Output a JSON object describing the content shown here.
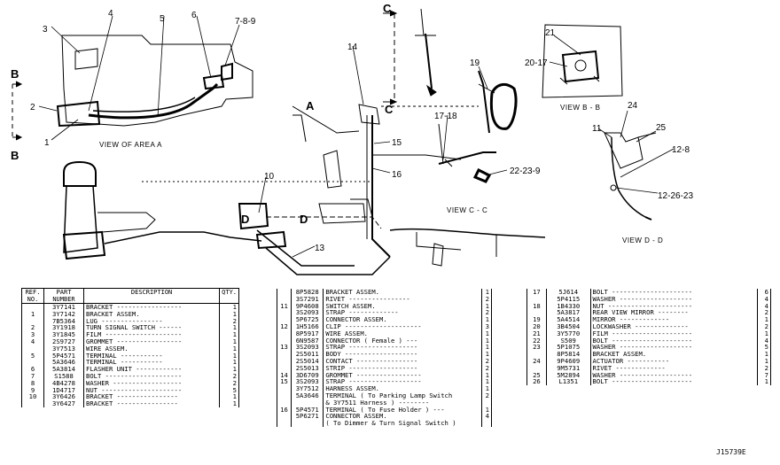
{
  "callouts": [
    "1",
    "2",
    "3",
    "4",
    "5",
    "6",
    "7-8-9",
    "10",
    "11",
    "12-8",
    "12-26-23",
    "13",
    "14",
    "15",
    "16",
    "17-18",
    "19",
    "20-17",
    "21",
    "22-23-9",
    "24",
    "25"
  ],
  "section_letters": {
    "b_top": "B",
    "b_bottom": "B",
    "c_top": "C",
    "c_bottom": "C",
    "a": "A",
    "d_left": "D",
    "d_right": "D"
  },
  "view_labels": {
    "area_a": "VIEW OF AREA A",
    "b_b": "VIEW B - B",
    "c_c": "VIEW C - C",
    "d_d": "VIEW D - D"
  },
  "table_headers": {
    "ref_no": "REF. NO.",
    "part_number": "PART NUMBER",
    "description": "DESCRIPTION",
    "qty": "QTY."
  },
  "table1": [
    {
      "ref": "",
      "part": "3Y7141",
      "desc": "BRACKET -----------------",
      "qty": "1"
    },
    {
      "ref": "1",
      "part": "3Y7142",
      "desc": "BRACKET ASSEM.",
      "qty": "1"
    },
    {
      "ref": "",
      "part": "7B5364",
      "desc": "LUG ----------------",
      "qty": "2"
    },
    {
      "ref": "2",
      "part": "3Y1918",
      "desc": "TURN SIGNAL SWITCH ------",
      "qty": "1"
    },
    {
      "ref": "3",
      "part": "3Y1845",
      "desc": "FILM --------------------",
      "qty": "1"
    },
    {
      "ref": "4",
      "part": "2S9727",
      "desc": "GROMMET -----------------",
      "qty": "1"
    },
    {
      "ref": "",
      "part": "3Y7513",
      "desc": "WIRE ASSEM.",
      "qty": "1"
    },
    {
      "ref": "5",
      "part": "5P4571",
      "desc": "TERMINAL -----------",
      "qty": "1"
    },
    {
      "ref": "",
      "part": "5A3646",
      "desc": "TERMINAL -----------",
      "qty": "1"
    },
    {
      "ref": "6",
      "part": "5A3814",
      "desc": "FLASHER UNIT ------------",
      "qty": "1"
    },
    {
      "ref": "7",
      "part": "S1588",
      "desc": "BOLT --------------------",
      "qty": "2"
    },
    {
      "ref": "8",
      "part": "4B4278",
      "desc": "WASHER ------------------",
      "qty": "2"
    },
    {
      "ref": "9",
      "part": "1D4717",
      "desc": "NUT ---------------------",
      "qty": "5"
    },
    {
      "ref": "10",
      "part": "3Y6426",
      "desc": "BRACKET ----------------",
      "qty": "1"
    },
    {
      "ref": "",
      "part": "3Y6427",
      "desc": "BRACKET ----------------",
      "qty": "1"
    }
  ],
  "table2": [
    {
      "ref": "",
      "part": "8P5828",
      "desc": "BRACKET ASSEM.",
      "qty": "1"
    },
    {
      "ref": "",
      "part": "3S7291",
      "desc": "RIVET ----------------",
      "qty": "2"
    },
    {
      "ref": "11",
      "part": "9P4608",
      "desc": "SWITCH ASSEM.",
      "qty": "1"
    },
    {
      "ref": "",
      "part": "3S2093",
      "desc": "STRAP -------------",
      "qty": "2"
    },
    {
      "ref": "",
      "part": "5P6725",
      "desc": "CONNECTOR ASSEM.",
      "qty": "1"
    },
    {
      "ref": "12",
      "part": "1H5166",
      "desc": "CLIP --------------------",
      "qty": "3"
    },
    {
      "ref": "",
      "part": "8P5917",
      "desc": "WIRE ASSEM.",
      "qty": "1"
    },
    {
      "ref": "",
      "part": "6N9587",
      "desc": "CONNECTOR ( Female ) ---",
      "qty": "1"
    },
    {
      "ref": "13",
      "part": "3S2093",
      "desc": "STRAP ------------------",
      "qty": "1"
    },
    {
      "ref": "",
      "part": "2S5011",
      "desc": "BODY -------------------",
      "qty": "1"
    },
    {
      "ref": "",
      "part": "2S5014",
      "desc": "CONTACT ----------------",
      "qty": "2"
    },
    {
      "ref": "",
      "part": "2S5013",
      "desc": "STRIP ------------------",
      "qty": "2"
    },
    {
      "ref": "14",
      "part": "3D6709",
      "desc": "GROMMET -----------------",
      "qty": "1"
    },
    {
      "ref": "15",
      "part": "3S2093",
      "desc": "STRAP -------------------",
      "qty": "1"
    },
    {
      "ref": "",
      "part": "3Y7512",
      "desc": "HARNESS ASSEM.",
      "qty": "1"
    },
    {
      "ref": "",
      "part": "5A3646",
      "desc": "TERMINAL ( To Parking Lamp Switch",
      "qty": "2"
    },
    {
      "ref": "",
      "part": "",
      "desc": "& 3Y7511 Harness ) --------",
      "qty": ""
    },
    {
      "ref": "16",
      "part": "5P4571",
      "desc": "TERMINAL ( To Fuse Holder ) ---",
      "qty": "1"
    },
    {
      "ref": "",
      "part": "5P6271",
      "desc": "CONNECTOR ASSEM.",
      "qty": "4"
    },
    {
      "ref": "",
      "part": "",
      "desc": "( To Dimmer & Turn Signal Switch )",
      "qty": ""
    }
  ],
  "table3": [
    {
      "ref": "17",
      "part": "5J614",
      "desc": "BOLT ---------------------",
      "qty": "6"
    },
    {
      "ref": "",
      "part": "5P4115",
      "desc": "WASHER -------------------",
      "qty": "4"
    },
    {
      "ref": "18",
      "part": "1B4330",
      "desc": "NUT ----------------------",
      "qty": "4"
    },
    {
      "ref": "",
      "part": "5A3817",
      "desc": "REAR VIEW MIRROR --------",
      "qty": "2"
    },
    {
      "ref": "19",
      "part": "5A4514",
      "desc": "MIRROR -------------",
      "qty": "1"
    },
    {
      "ref": "20",
      "part": "3B4504",
      "desc": "LOCKWASHER --------------",
      "qty": "2"
    },
    {
      "ref": "21",
      "part": "3Y5770",
      "desc": "FILM ---------------------",
      "qty": "1"
    },
    {
      "ref": "22",
      "part": "S509",
      "desc": "BOLT ---------------------",
      "qty": "4"
    },
    {
      "ref": "23",
      "part": "5P1075",
      "desc": "WASHER -------------------",
      "qty": "5"
    },
    {
      "ref": "",
      "part": "8P5814",
      "desc": "BRACKET ASSEM.",
      "qty": "1"
    },
    {
      "ref": "24",
      "part": "9P4609",
      "desc": "ACTUATOR -----------",
      "qty": "1"
    },
    {
      "ref": "",
      "part": "9M5731",
      "desc": "RIVET -------------",
      "qty": "2"
    },
    {
      "ref": "25",
      "part": "5M2894",
      "desc": "WASHER -------------------",
      "qty": "7"
    },
    {
      "ref": "26",
      "part": "L1351",
      "desc": "BOLT ---------------------",
      "qty": "1"
    }
  ],
  "drawing_id": "J15739E"
}
